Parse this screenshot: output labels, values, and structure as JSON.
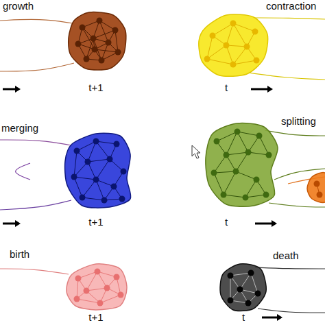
{
  "diagram": {
    "labels": [
      "growth",
      "contraction",
      "t+1",
      "t",
      "merging",
      "splitting",
      "t+1",
      "t",
      "birth",
      "death",
      "t+1",
      "t"
    ]
  }
}
